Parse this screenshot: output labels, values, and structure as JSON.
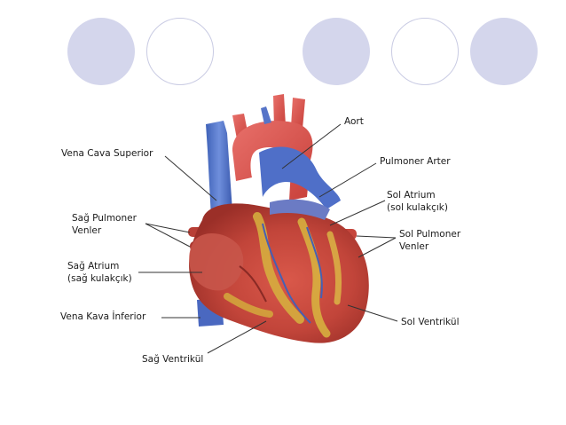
{
  "decoration": {
    "circles": [
      {
        "style": "filled",
        "color": "#d4d6ec"
      },
      {
        "style": "outline",
        "color": "#c9cbe3"
      },
      {
        "style": "filled",
        "color": "#d4d6ec"
      },
      {
        "style": "outline",
        "color": "#c9cbe3"
      },
      {
        "style": "filled",
        "color": "#d4d6ec"
      }
    ]
  },
  "diagram": {
    "image_icon": "heart-anatomy-icon",
    "labels": {
      "aort": "Aort",
      "pulmoner_arter": "Pulmoner Arter",
      "vena_cava_superior": "Vena Cava Superior",
      "sol_atrium_1": "Sol Atrium",
      "sol_atrium_2": "(sol kulakçık)",
      "sag_pulmoner_1": "Sağ Pulmoner",
      "sag_pulmoner_2": "Venler",
      "sol_pulmoner_1": "Sol Pulmoner",
      "sol_pulmoner_2": "Venler",
      "sag_atrium_1": "Sağ Atrium",
      "sag_atrium_2": "(sağ kulakçık)",
      "vena_kava_inferior": "Vena Kava İnferior",
      "sol_ventrikul": "Sol Ventrikül",
      "sag_ventrikul": "Sağ Ventrikül"
    }
  }
}
